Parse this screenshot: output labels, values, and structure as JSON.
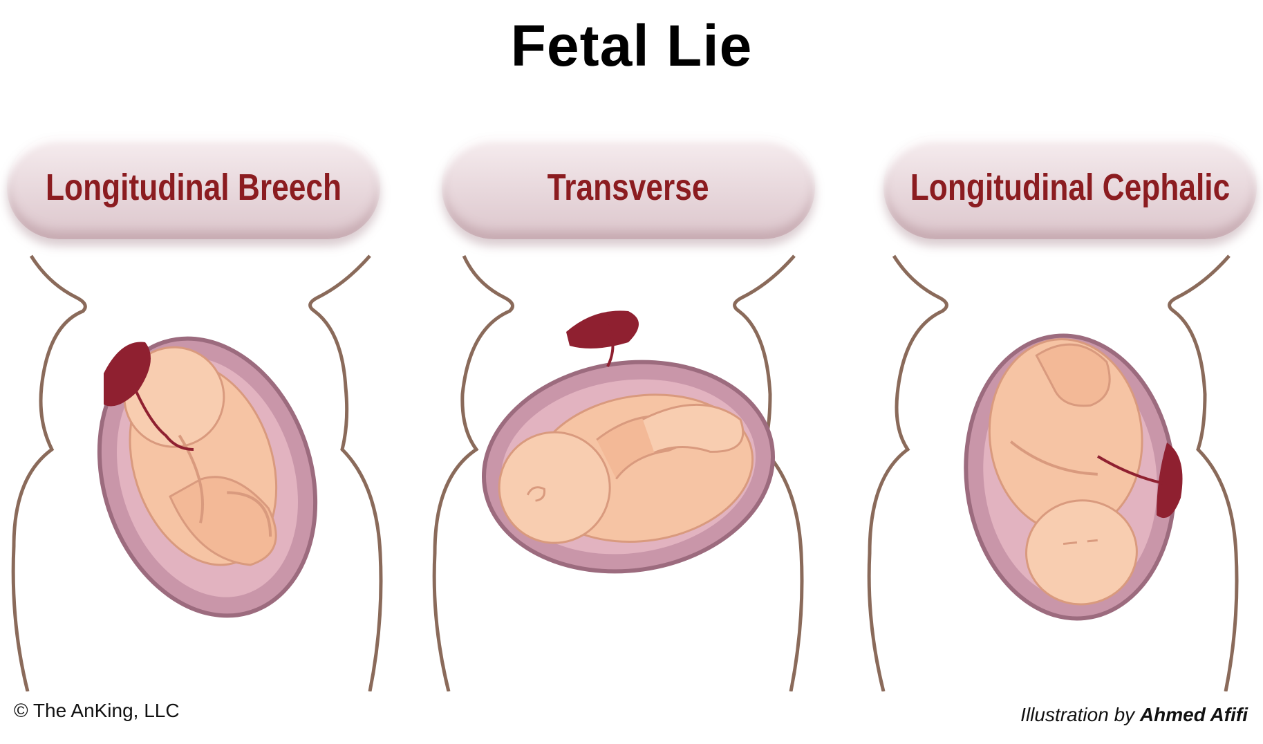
{
  "title": "Fetal Lie",
  "panels": [
    {
      "label": "Longitudinal Breech"
    },
    {
      "label": "Transverse"
    },
    {
      "label": "Longitudinal Cephalic"
    }
  ],
  "footer": {
    "copyright": "© The AnKing, LLC",
    "credit_prefix": "Illustration by",
    "credit_name": "Ahmed Afifi"
  },
  "colors": {
    "label_text": "#8b1c20",
    "body_outline": "#8a6a5a",
    "uterus_wall": "#b07f93",
    "fetus_skin": "#f6c4a4",
    "placenta": "#8f2030"
  }
}
